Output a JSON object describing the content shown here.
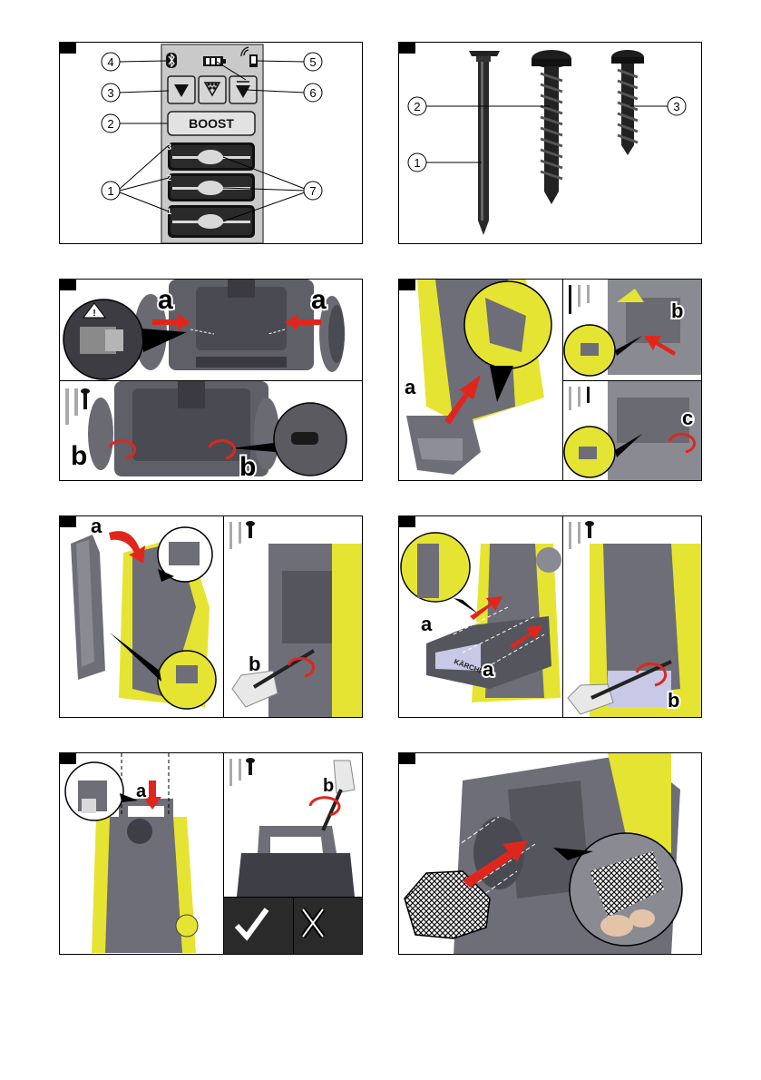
{
  "figures": {
    "fig1": {
      "callouts": [
        "1",
        "2",
        "3",
        "4",
        "5",
        "6",
        "7"
      ],
      "boost_label": "BOOST",
      "level_numbers": [
        "3",
        "2",
        "1"
      ]
    },
    "fig2": {
      "callouts": [
        "1",
        "2",
        "3"
      ]
    },
    "fig3": {
      "labels": [
        "a",
        "a",
        "b",
        "b"
      ]
    },
    "fig4": {
      "labels": [
        "a",
        "b",
        "c"
      ]
    },
    "fig5": {
      "labels": [
        "a",
        "b"
      ]
    },
    "fig6": {
      "labels": [
        "a",
        "a",
        "b"
      ],
      "brand_text": "KÄRCHER"
    },
    "fig7": {
      "labels": [
        "a",
        "b"
      ]
    },
    "fig8": {
      "labels": []
    }
  },
  "colors": {
    "machine_yellow": "#e6e432",
    "machine_grey": "#6e6e78",
    "arrow_red": "#e0261c",
    "frame": "#000000"
  }
}
